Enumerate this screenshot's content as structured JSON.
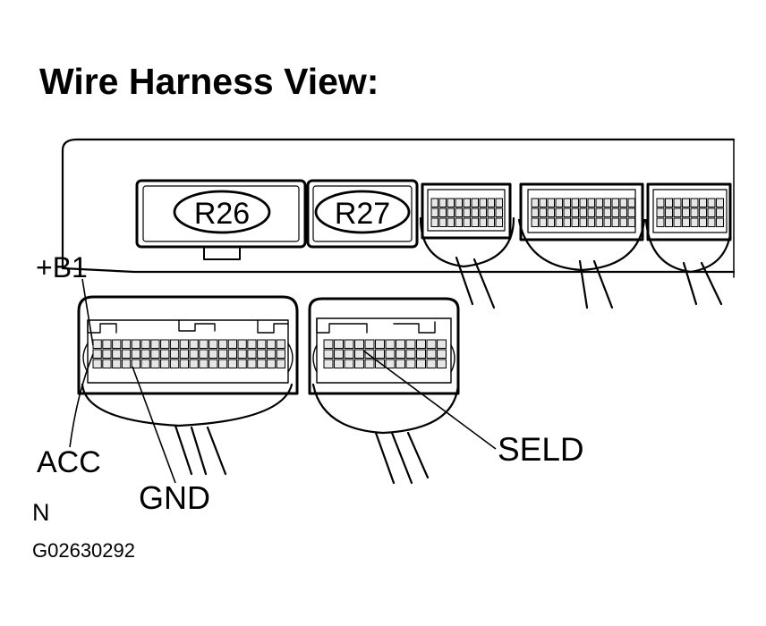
{
  "title": "Wire Harness View:",
  "connectors": {
    "r26": "R26",
    "r27": "R27"
  },
  "pins": {
    "b1": "+B1",
    "acc": "ACC",
    "gnd": "GND",
    "seld": "SELD"
  },
  "footer": {
    "mark": "N",
    "figure_id": "G02630292"
  }
}
